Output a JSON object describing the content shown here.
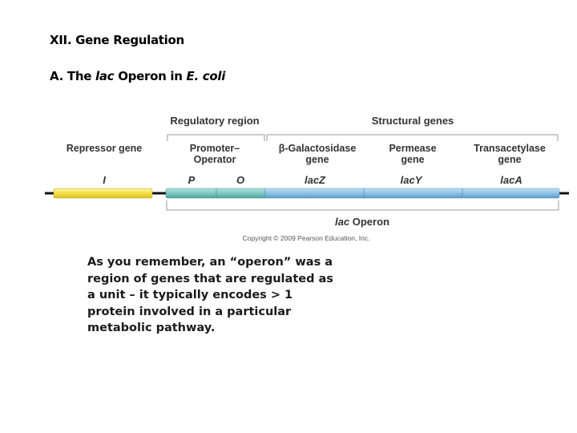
{
  "heading1": "XII. Gene Regulation",
  "heading2": {
    "prefix": "A.  The ",
    "lac_italic": "lac",
    "middle": " Operon in ",
    "ecoli_italic": "E. coli"
  },
  "diagram": {
    "regulatory_region_label": "Regulatory region",
    "structural_genes_label": "Structural genes",
    "repressor_gene_label": "Repressor gene",
    "promoter_label_line1": "Promoter–",
    "promoter_label_line2": "Operator",
    "galactosidase_label_line1": "β-Galactosidase",
    "galactosidase_label_line2": "gene",
    "permease_label_line1": "Permease",
    "permease_label_line2": "gene",
    "transacetylase_label_line1": "Transacetylase",
    "transacetylase_label_line2": "gene",
    "gene_I": "I",
    "gene_P": "P",
    "gene_O": "O",
    "gene_lacZ": "lacZ",
    "gene_lacY": "lacY",
    "gene_lacA": "lacA",
    "operon_label_italic": "lac",
    "operon_label_rest": " Operon",
    "copyright": "Copyright © 2009 Pearson Education, Inc.",
    "colors": {
      "repressor": "#f5e35a",
      "promoter": "#7fc9c4",
      "structural": "#8fc3e6",
      "bracket": "#9a9a9a"
    }
  },
  "body_text": "As you remember, an “operon” was a region of genes that are regulated as a unit – it typically encodes > 1 protein involved in a particular metabolic pathway."
}
